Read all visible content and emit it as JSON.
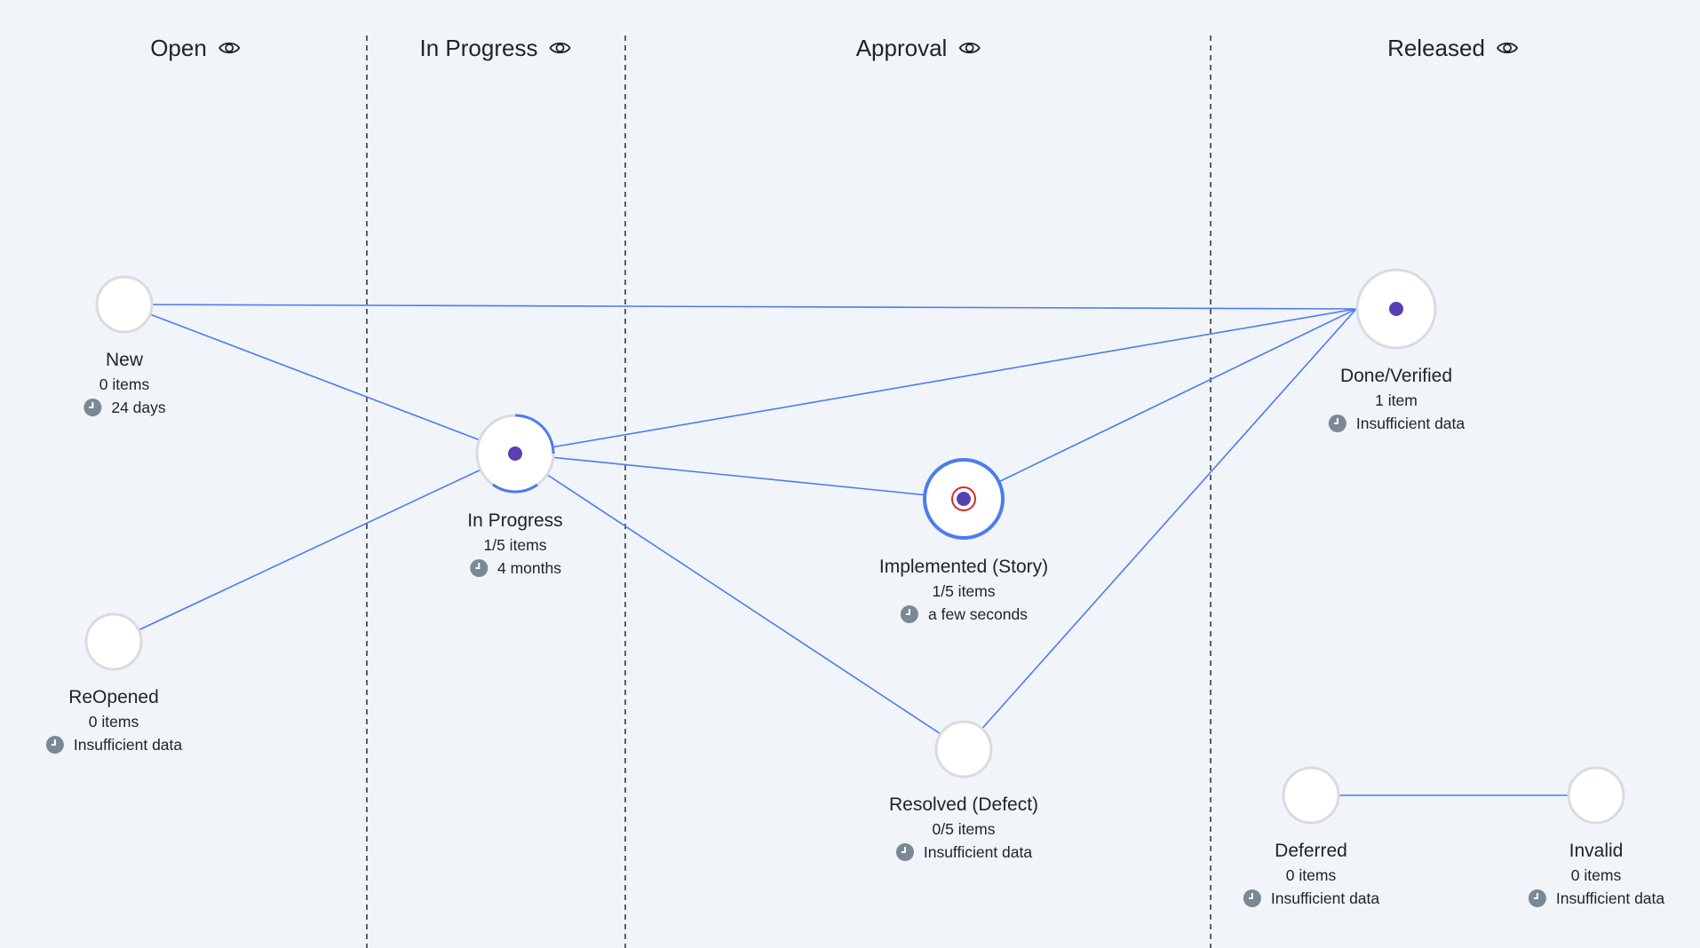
{
  "columns": [
    {
      "name": "Open",
      "icon": "eye-icon"
    },
    {
      "name": "In Progress",
      "icon": "eye-icon"
    },
    {
      "name": "Approval",
      "icon": "eye-icon"
    },
    {
      "name": "Released",
      "icon": "eye-icon"
    }
  ],
  "nodes": {
    "new": {
      "name": "New",
      "count": "0 items",
      "time": "24 days"
    },
    "reopened": {
      "name": "ReOpened",
      "count": "0 items",
      "time": "Insufficient data"
    },
    "in_progress": {
      "name": "In Progress",
      "count": "1/5 items",
      "time": "4 months"
    },
    "implemented": {
      "name": "Implemented (Story)",
      "count": "1/5 items",
      "time": "a few seconds"
    },
    "resolved": {
      "name": "Resolved (Defect)",
      "count": "0/5 items",
      "time": "Insufficient data"
    },
    "done": {
      "name": "Done/Verified",
      "count": "1 item",
      "time": "Insufficient data"
    },
    "deferred": {
      "name": "Deferred",
      "count": "0 items",
      "time": "Insufficient data"
    },
    "invalid": {
      "name": "Invalid",
      "count": "0 items",
      "time": "Insufficient data"
    }
  },
  "colors": {
    "edge": "#4c7cf0",
    "node_fill": "#ffffff",
    "node_ring": "#d8dbe0",
    "active_ring": "#4c7cf0",
    "dot": "#5a3fb0",
    "target_ring": "#d22b2b",
    "clock": "#7b8896",
    "divider": "#2b2f33"
  }
}
